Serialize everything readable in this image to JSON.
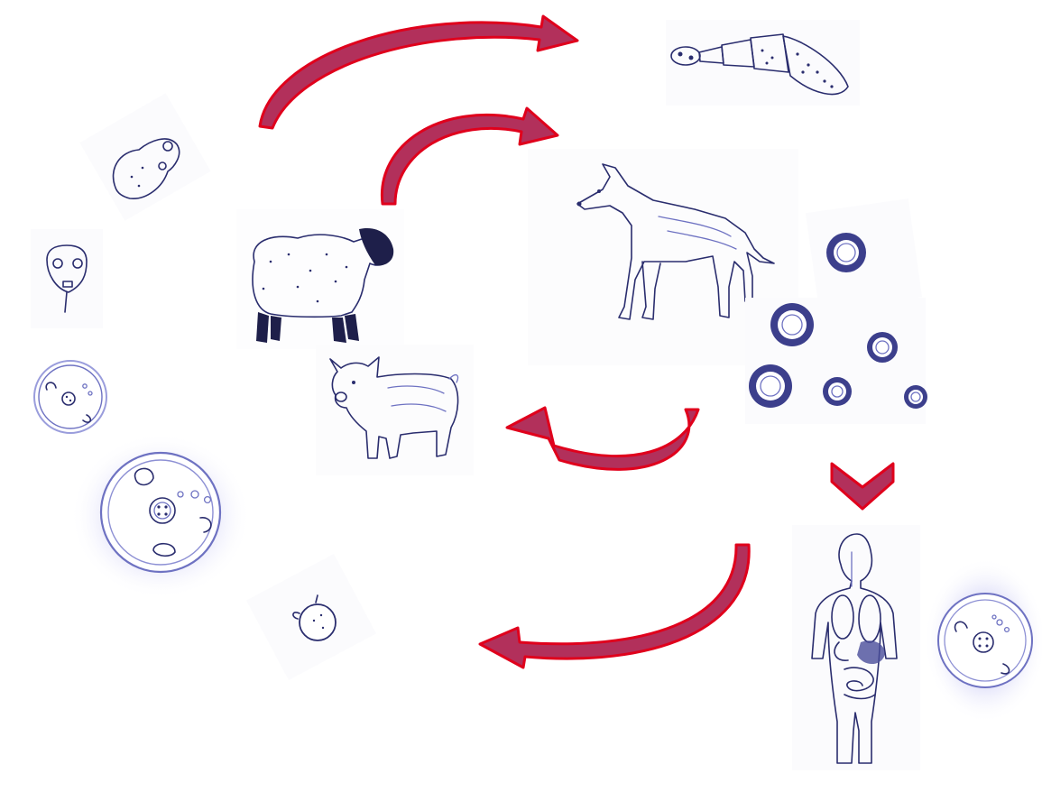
{
  "diagram": {
    "colors": {
      "arrow_fill": "#b2305b",
      "arrow_outline": "#e0001c",
      "ink": "#2a2d6e",
      "ink_light": "#6e72c2",
      "background": "#ffffff"
    },
    "illustrations": [
      "adult-tapeworm",
      "dog",
      "sheep",
      "pig",
      "human-body",
      "eggs-cluster",
      "protoscolex-evaginated",
      "protoscolex-invaginated",
      "small-cyst",
      "hydatid-cyst-large",
      "hydatid-cyst-human",
      "small-cyst-fragment"
    ],
    "arrows": [
      "sheep-to-tapeworm",
      "sheep-to-dog",
      "eggs-to-pig",
      "eggs-to-human",
      "human-to-cyst"
    ]
  }
}
